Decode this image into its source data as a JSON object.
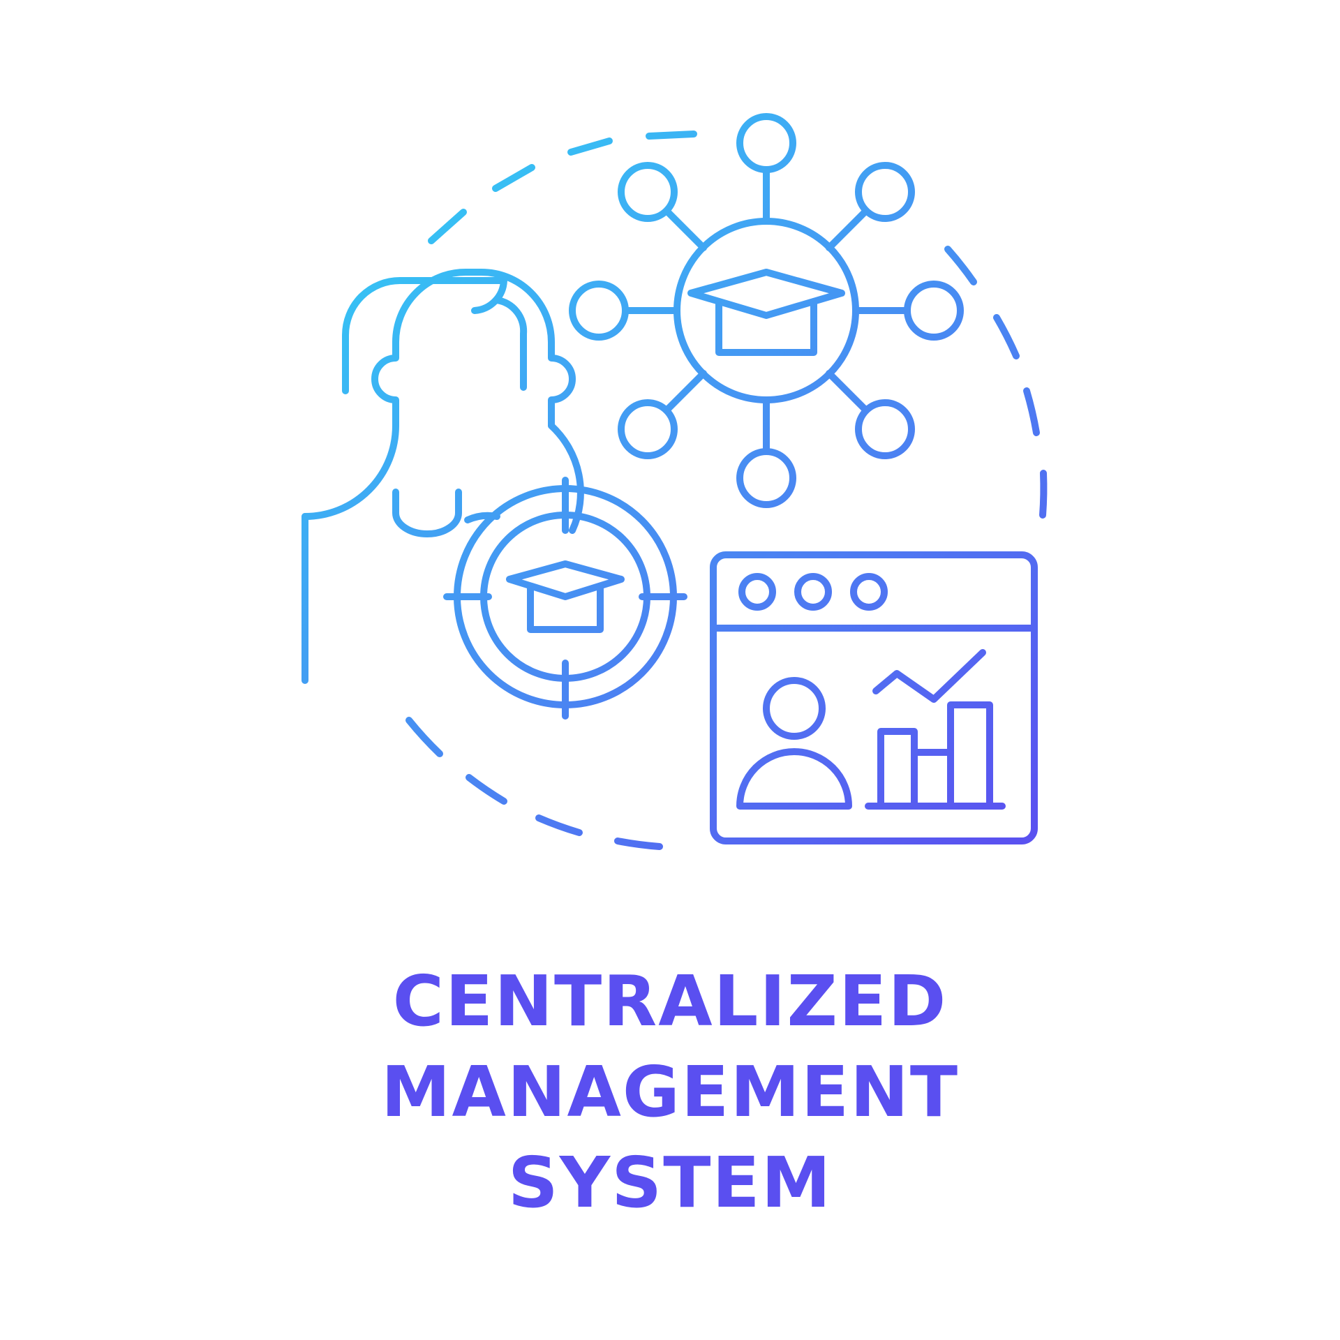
{
  "title_lines": [
    "CENTRALIZED",
    "MANAGEMENT",
    "SYSTEM"
  ],
  "icons": [
    "person-icon",
    "target-icon",
    "graduation-cap-icon",
    "network-icon",
    "browser-window-icon",
    "user-avatar-icon",
    "bar-chart-icon",
    "trend-line-icon"
  ],
  "colors": {
    "gradient_start": "#33ccf5",
    "gradient_end": "#5a52f0",
    "text": "#5a4ff0",
    "background": "#ffffff"
  }
}
